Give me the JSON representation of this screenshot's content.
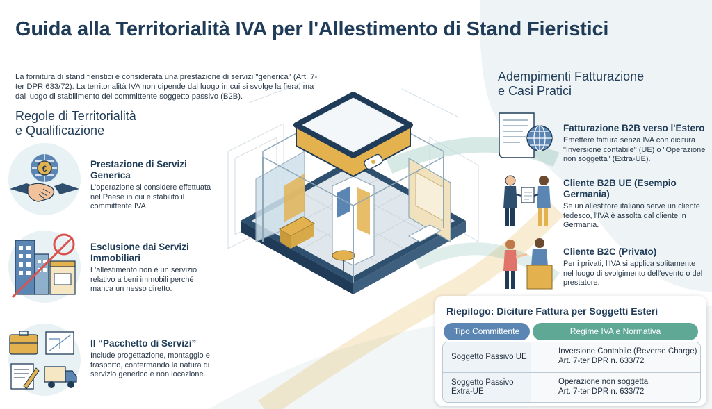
{
  "title": "Guida alla Territorialità IVA per l'Allestimento di Stand Fieristici",
  "intro": "La fornitura di stand fieristici è considerata una prestazione di servizi \"generica\" (Art. 7-ter DPR 633/72). La territorialità IVA non dipende dal luogo in cui si svolge la fiera, ma dal luogo di stabilimento del committente soggetto passivo (B2B).",
  "left_section": {
    "title_line1": "Regole di Territorialità",
    "title_line2": "e Qualificazione",
    "rules": [
      {
        "title": "Prestazione di Servizi Generica",
        "text": "L'operazione si considere effettuata nel Paese in cui è stabilito il committente IVA."
      },
      {
        "title": "Esclusione dai Servizi Immobiliari",
        "text": "L'allestimento non è un servizio relativo a beni immobili perché manca un nesso diretto."
      },
      {
        "title": "Il “Pacchetto di Servizi”",
        "text": "Include progettazione, montaggio e trasporto, confermando la natura di servizio generico e non locazione."
      }
    ]
  },
  "right_section": {
    "title_line1": "Adempimenti Fatturazione",
    "title_line2": "e Casi Pratici",
    "cases": [
      {
        "title": "Fatturazione B2B verso l'Estero",
        "text": "Emettere fattura senza IVA con dicitura \"Inversione contabile\" (UE) o \"Operazione non soggetta\" (Extra-UE)."
      },
      {
        "title": "Cliente B2B UE (Esempio Germania)",
        "text": "Se un allestitore italiano serve un cliente tedesco, l'IVA è assolta dal cliente in Germania."
      },
      {
        "title": "Cliente B2C (Privato)",
        "text": "Per i privati, l'IVA si applica solitamente nel luogo di svolgimento dell'evento o del prestatore."
      }
    ]
  },
  "summary": {
    "title": "Riepilogo: Diciture Fattura per Soggetti Esteri",
    "col1": "Tipo Committente",
    "col2": "Regime IVA e Normativa",
    "rows": [
      {
        "client": "Soggetto Passivo UE",
        "regime": "Inversione Contabile (Reverse Charge)",
        "law": "Art. 7-ter DPR n. 633/72"
      },
      {
        "client": "Soggetto Passivo Extra-UE",
        "regime": "Operazione non soggetta",
        "law": "Art. 7-ter DPR n. 633/72"
      }
    ]
  },
  "icons": {
    "rule_icons": [
      "handshake-euro-globe-icon",
      "building-no-real-estate-icon",
      "service-package-icon"
    ],
    "case_icons": [
      "invoice-globe-icon",
      "b2b-exchange-icon",
      "b2c-customer-icon"
    ]
  },
  "colors": {
    "navy": "#1f3b57",
    "gold": "#e3b24f",
    "teal": "#5fa896",
    "blue": "#5b86b4",
    "red": "#d9534f"
  }
}
